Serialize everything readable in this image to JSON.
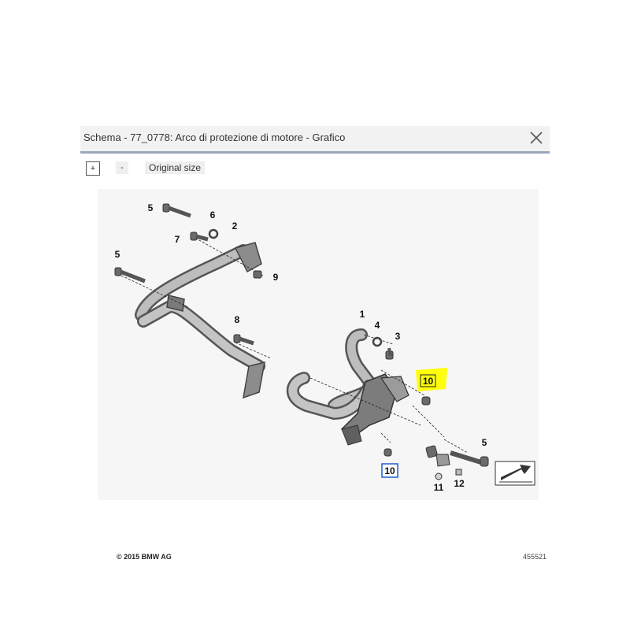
{
  "dialog": {
    "title": "Schema - 77_0778: Arco di protezione di motore - Grafico",
    "toolbar": {
      "zoom_in": "+",
      "zoom_out": "-",
      "original_size": "Original size"
    }
  },
  "diagram": {
    "copyright": "© 2015 BMW AG",
    "part_number": "455521",
    "labels": {
      "l1": "1",
      "l2": "2",
      "l3": "3",
      "l4": "4",
      "l5a": "5",
      "l5b": "5",
      "l5c": "5",
      "l6": "6",
      "l7": "7",
      "l8": "8",
      "l9": "9",
      "l10a": "10",
      "l10b": "10",
      "l11": "11",
      "l12": "12"
    },
    "highlight_color": "#ffff00",
    "selected_color": "#1a5fd0",
    "part_color": "#6b6b6b"
  }
}
